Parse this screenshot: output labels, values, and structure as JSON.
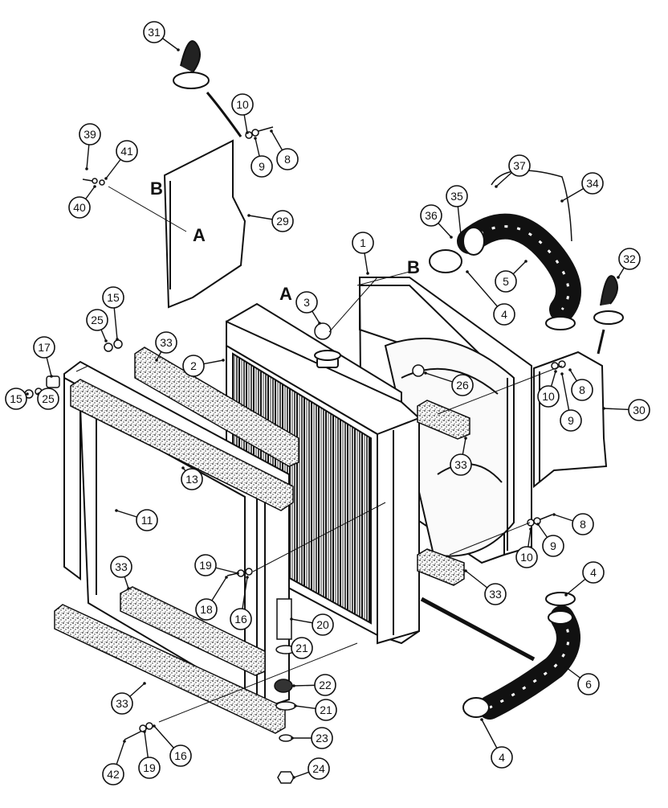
{
  "callouts": [
    {
      "id": "c31",
      "label": "31"
    },
    {
      "id": "c10a",
      "label": "10"
    },
    {
      "id": "c8a",
      "label": "8"
    },
    {
      "id": "c9a",
      "label": "9"
    },
    {
      "id": "c39",
      "label": "39"
    },
    {
      "id": "c41",
      "label": "41"
    },
    {
      "id": "c40",
      "label": "40"
    },
    {
      "id": "c29",
      "label": "29"
    },
    {
      "id": "c37",
      "label": "37"
    },
    {
      "id": "c34",
      "label": "34"
    },
    {
      "id": "c35",
      "label": "35"
    },
    {
      "id": "c36",
      "label": "36"
    },
    {
      "id": "c1",
      "label": "1"
    },
    {
      "id": "c32",
      "label": "32"
    },
    {
      "id": "c5",
      "label": "5"
    },
    {
      "id": "c3",
      "label": "3"
    },
    {
      "id": "c4a",
      "label": "4"
    },
    {
      "id": "c15a",
      "label": "15"
    },
    {
      "id": "c25a",
      "label": "25"
    },
    {
      "id": "c33a",
      "label": "33"
    },
    {
      "id": "c2",
      "label": "2"
    },
    {
      "id": "c17",
      "label": "17"
    },
    {
      "id": "c26",
      "label": "26"
    },
    {
      "id": "c10b",
      "label": "10"
    },
    {
      "id": "c8b",
      "label": "8"
    },
    {
      "id": "c9b",
      "label": "9"
    },
    {
      "id": "c30",
      "label": "30"
    },
    {
      "id": "c15b",
      "label": "15"
    },
    {
      "id": "c25b",
      "label": "25"
    },
    {
      "id": "c33b",
      "label": "33"
    },
    {
      "id": "c13",
      "label": "13"
    },
    {
      "id": "c11",
      "label": "11"
    },
    {
      "id": "c8c",
      "label": "8"
    },
    {
      "id": "c9c",
      "label": "9"
    },
    {
      "id": "c10c",
      "label": "10"
    },
    {
      "id": "c19a",
      "label": "19"
    },
    {
      "id": "c33c",
      "label": "33"
    },
    {
      "id": "c18",
      "label": "18"
    },
    {
      "id": "c16a",
      "label": "16"
    },
    {
      "id": "c33d",
      "label": "33"
    },
    {
      "id": "c4b",
      "label": "4"
    },
    {
      "id": "c20",
      "label": "20"
    },
    {
      "id": "c21a",
      "label": "21"
    },
    {
      "id": "c6",
      "label": "6"
    },
    {
      "id": "c22",
      "label": "22"
    },
    {
      "id": "c33e",
      "label": "33"
    },
    {
      "id": "c21b",
      "label": "21"
    },
    {
      "id": "c23",
      "label": "23"
    },
    {
      "id": "c16b",
      "label": "16"
    },
    {
      "id": "c4c",
      "label": "4"
    },
    {
      "id": "c42",
      "label": "42"
    },
    {
      "id": "c19b",
      "label": "19"
    },
    {
      "id": "c24",
      "label": "24"
    }
  ],
  "reference_letters": [
    {
      "id": "B_left",
      "label": "B"
    },
    {
      "id": "A_left",
      "label": "A"
    },
    {
      "id": "A_mid",
      "label": "A"
    },
    {
      "id": "B_right",
      "label": "B"
    }
  ]
}
